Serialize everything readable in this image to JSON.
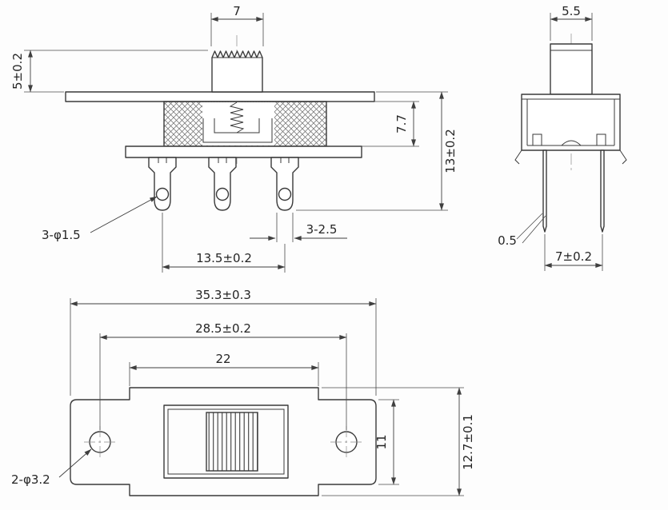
{
  "drawing": {
    "kind": "slide-switch technical drawing",
    "colors": {
      "line": "#3a3a3a",
      "dim": "#3f3f3f",
      "text": "#252525",
      "background": "#fdfdfd"
    }
  },
  "front_view": {
    "dims": {
      "knob_width": "7",
      "knob_height": "5±0.2",
      "body_height": "7.7",
      "total_height": "13±0.2",
      "terminal_holes": "3-φ1.5",
      "terminal_width": "3-2.5",
      "terminal_span": "13.5±0.2"
    }
  },
  "side_view": {
    "dims": {
      "knob_depth": "5.5",
      "pin_thickness": "0.5",
      "pin_row_pitch": "7±0.2"
    }
  },
  "bottom_view": {
    "dims": {
      "overall_length": "35.3±0.3",
      "mounting_hole_pitch": "28.5±0.2",
      "body_length": "22",
      "mounting_holes": "2-φ3.2",
      "ear_width": "11",
      "overall_width": "12.7±0.1"
    }
  }
}
